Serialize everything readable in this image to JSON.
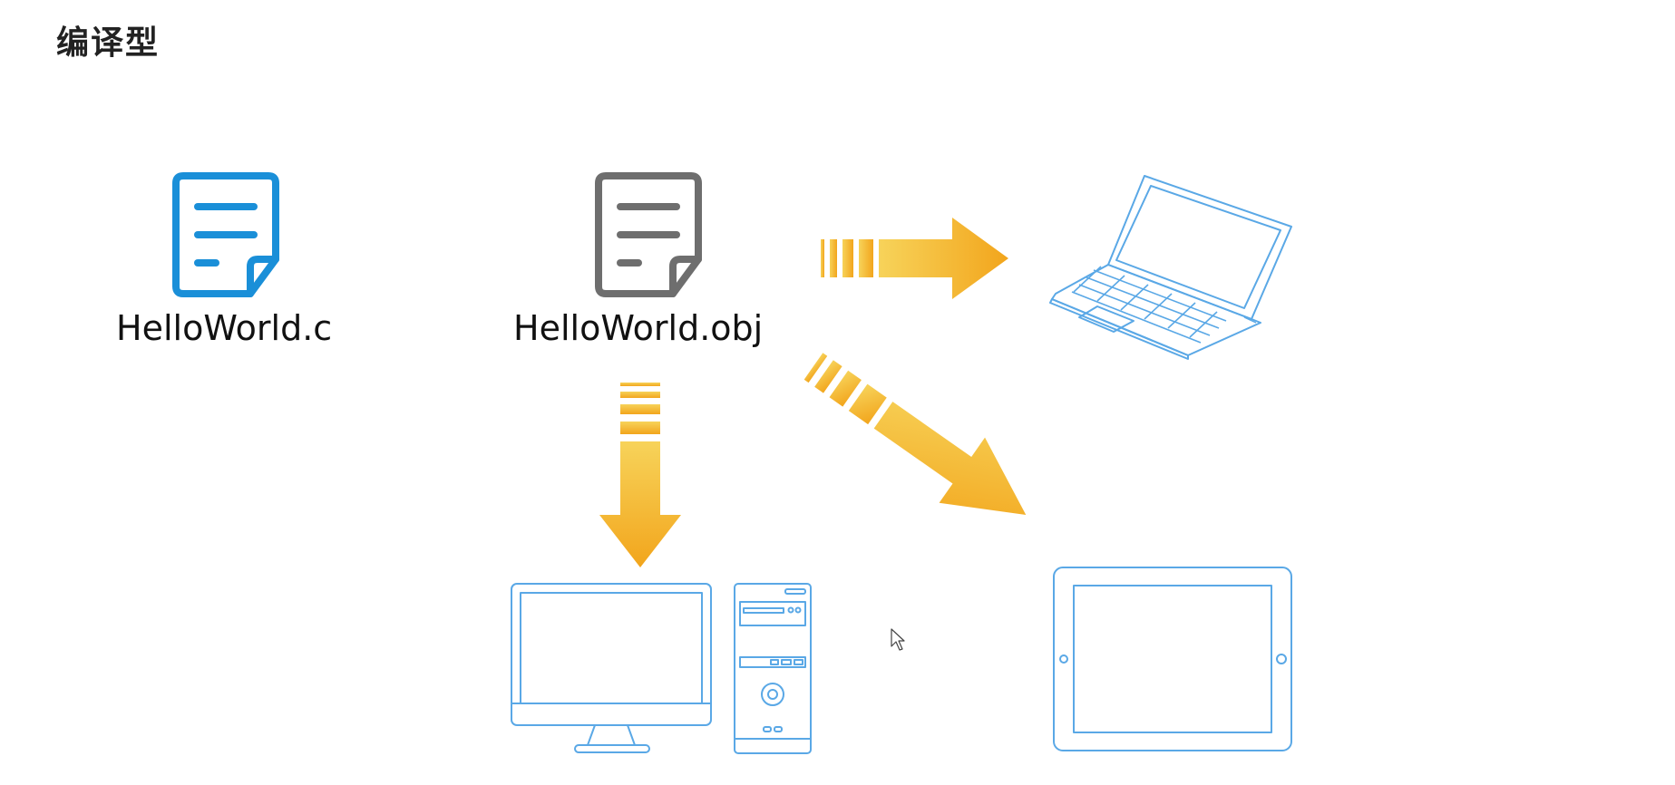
{
  "page": {
    "title": "编译型"
  },
  "files": {
    "source": {
      "label": "HelloWorld.c",
      "icon": "document-icon",
      "color": "#1a8fd8"
    },
    "object": {
      "label": "HelloWorld.obj",
      "icon": "document-icon",
      "color": "#6e6e6e"
    }
  },
  "devices": [
    {
      "name": "laptop",
      "icon": "laptop-icon"
    },
    {
      "name": "desktop",
      "icon": "desktop-computer-icon"
    },
    {
      "name": "tablet",
      "icon": "tablet-icon"
    }
  ],
  "colors": {
    "device_outline": "#5aa8e6",
    "arrow_light": "#f7d35a",
    "arrow_dark": "#f2a51c"
  }
}
